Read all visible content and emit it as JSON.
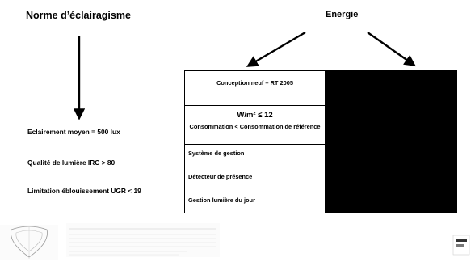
{
  "left": {
    "title": "Norme d’éclairagisme",
    "items": [
      "Eclairement moyen = 500 lux",
      "Qualité de lumière IRC > 80",
      "Limitation éblouissement UGR < 19"
    ]
  },
  "right": {
    "title": "Energie",
    "box_header": "Conception neuf – RT 2005",
    "box_mid_line1": "W/m² ≤ 12",
    "box_mid_line2": "Consommation < Consommation de référence",
    "box_items": [
      "Système de gestion",
      "Détecteur de présence",
      "Gestion lumière du jour"
    ]
  },
  "colors": {
    "text": "#000000",
    "panel": "#000000",
    "faint": "#8a8a8a"
  }
}
